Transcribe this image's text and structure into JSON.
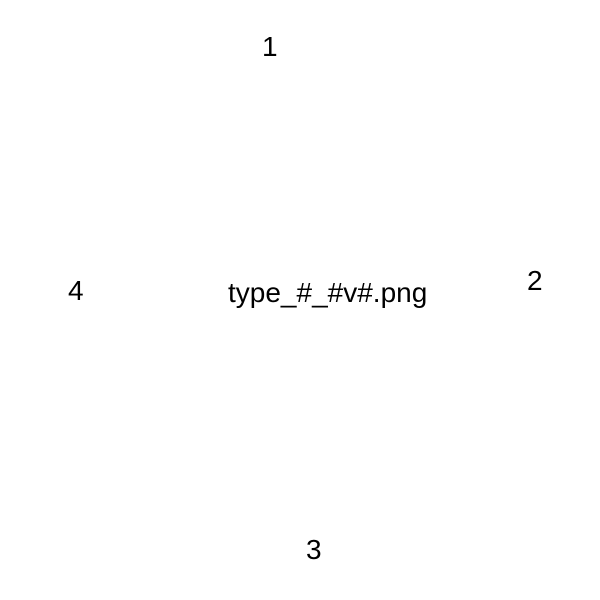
{
  "center_text": "type_#_#v#.png",
  "positions": {
    "top": "1",
    "right": "2",
    "bottom": "3",
    "left": "4"
  },
  "colors": {
    "background": "#ffffff",
    "text": "#000000"
  }
}
